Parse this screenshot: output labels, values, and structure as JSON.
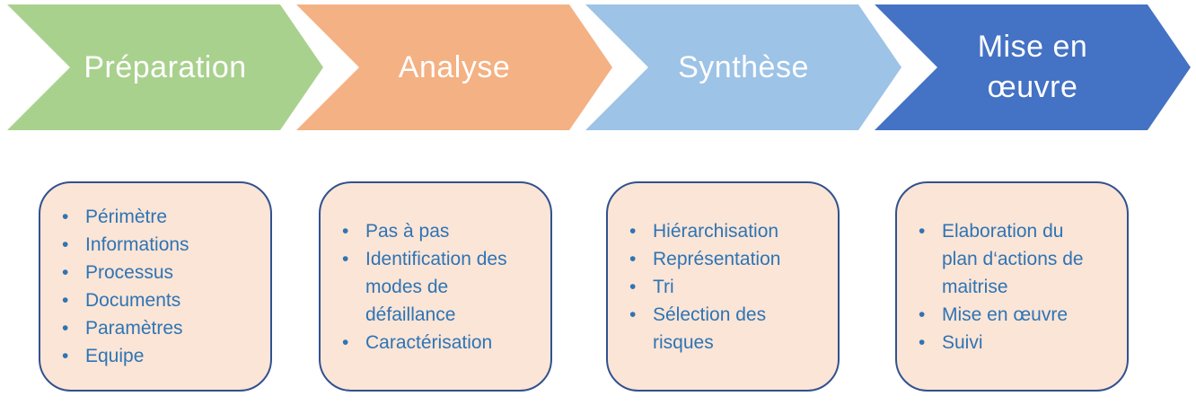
{
  "diagram": {
    "type": "process-chevron-flow",
    "stage_count": 4
  },
  "stages": [
    {
      "label": "Préparation",
      "color": "#A9D18E",
      "items": [
        "Périmètre",
        "Informations",
        "Processus",
        "Documents",
        "Paramètres",
        "Equipe"
      ]
    },
    {
      "label": "Analyse",
      "color": "#F4B183",
      "items": [
        "Pas à pas",
        "Identification des modes de défaillance",
        "Caractérisation"
      ]
    },
    {
      "label": "Synthèse",
      "color": "#9DC3E6",
      "items": [
        "Hiérarchisation",
        "Représentation",
        "Tri",
        "Sélection des risques"
      ]
    },
    {
      "label": "Mise en œuvre",
      "color": "#4472C4",
      "items": [
        "Elaboration du plan d‘actions de maitrise",
        "Mise en œuvre",
        "Suivi"
      ]
    }
  ],
  "icons": {
    "bullet_icon": "•"
  },
  "colors": {
    "background": "#FFFFFF",
    "chevron_label_text": "#FFFFFF",
    "box_fill": "#FBE5D6",
    "box_border": "#31518F",
    "box_item_text": "#2E74B5"
  }
}
